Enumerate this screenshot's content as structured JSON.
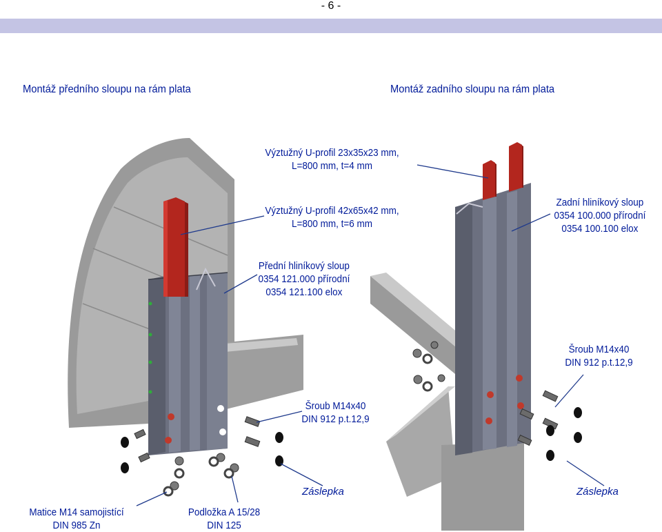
{
  "page_number": "- 6 -",
  "headings": {
    "front": "Montáž předního sloupu na rám plata",
    "rear": "Montáž zadního sloupu na rám plata"
  },
  "labels": {
    "u_profile_small": [
      "Výztužný U-profil 23x35x23 mm,",
      "L=800 mm, t=4 mm"
    ],
    "u_profile_large": [
      "Výztužný U-profil 42x65x42 mm,",
      "L=800 mm, t=6 mm"
    ],
    "rear_post": [
      "Zadní hliníkový sloup",
      "0354 100.000 přírodní",
      "0354 100.100 elox"
    ],
    "front_post": [
      "Přední hliníkový sloup",
      "0354 121.000 přírodní",
      "0354 121.100 elox"
    ],
    "bolt_right": [
      "Šroub M14x40",
      "DIN 912 p.t.12,9"
    ],
    "bolt_center": [
      "Šroub M14x40",
      "DIN 912 p.t.12,9"
    ],
    "cap_left": "Záslepka",
    "cap_right": "Záslepka",
    "nut": [
      "Matice M14 samojistící",
      "DIN 985 Zn"
    ],
    "washer": [
      "Podložka A 15/28",
      "DIN 125"
    ]
  },
  "colors": {
    "band": "#c4c4e4",
    "label_text": "#001a99",
    "profile_red": "#b3261e",
    "post_grey": "#6c7080",
    "frame_grey": "#a3a3a3"
  }
}
